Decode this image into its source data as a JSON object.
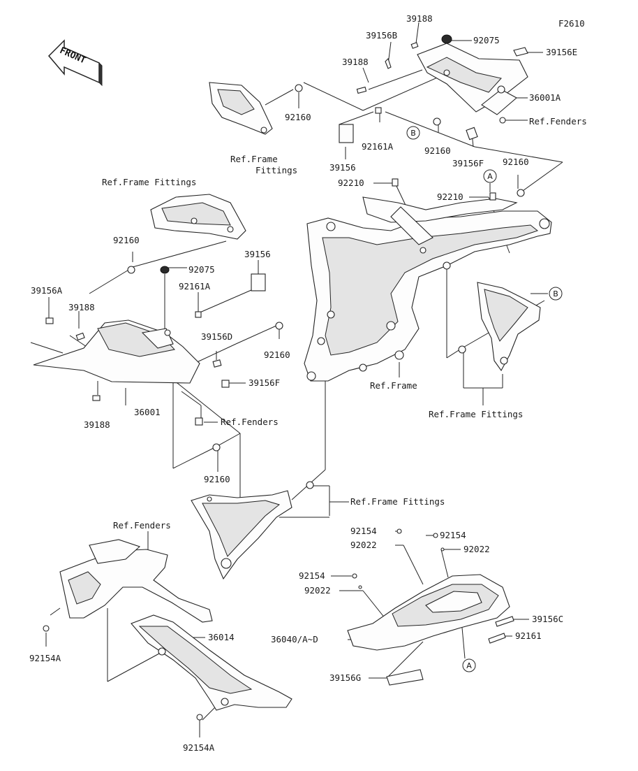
{
  "figure_id": "F2610",
  "front_arrow": "FRONT",
  "labels": {
    "l_39188_top": "39188",
    "l_39156B": "39156B",
    "l_92075_top": "92075",
    "l_39156E": "39156E",
    "l_39188_mid": "39188",
    "l_36001A": "36001A",
    "l_92160_a": "92160",
    "l_ref_fenders_a": "Ref.Fenders",
    "l_ref_frame_fittings_a1": "Ref.Frame",
    "l_ref_frame_fittings_a2": "Fittings",
    "l_92161A_top": "92161A",
    "l_92160_b": "92160",
    "l_39156F_top": "39156F",
    "l_39156_top": "39156",
    "l_92210_a": "92210",
    "l_92160_c": "92160",
    "l_92210_b": "92210",
    "l_ref_frame_fittings_b": "Ref.Frame Fittings",
    "l_92160_d": "92160",
    "l_39156_mid": "39156",
    "l_92075_mid": "92075",
    "l_92161A_mid": "92161A",
    "l_39156A": "39156A",
    "l_39188_left": "39188",
    "l_39156D": "39156D",
    "l_92160_e": "92160",
    "l_39156F_mid": "39156F",
    "l_36001": "36001",
    "l_39188_bottom": "39188",
    "l_ref_fenders_b": "Ref.Fenders",
    "l_ref_frame": "Ref.Frame",
    "l_ref_frame_fittings_c": "Ref.Frame Fittings",
    "l_92160_f": "92160",
    "l_ref_frame_fittings_d": "Ref.Frame Fittings",
    "l_ref_fenders_c": "Ref.Fenders",
    "l_92154_a": "92154",
    "l_92022_a": "92022",
    "l_92154_b": "92154",
    "l_92022_b": "92022",
    "l_92154_c": "92154",
    "l_92022_c": "92022",
    "l_36014": "36014",
    "l_39156C": "39156C",
    "l_92161": "92161",
    "l_36040": "36040/A~D",
    "l_92154A_a": "92154A",
    "l_39156G": "39156G",
    "l_92154A_b": "92154A"
  },
  "callouts": {
    "A_top": "A",
    "A_bottom": "A",
    "B_left": "B",
    "B_right": "B"
  }
}
